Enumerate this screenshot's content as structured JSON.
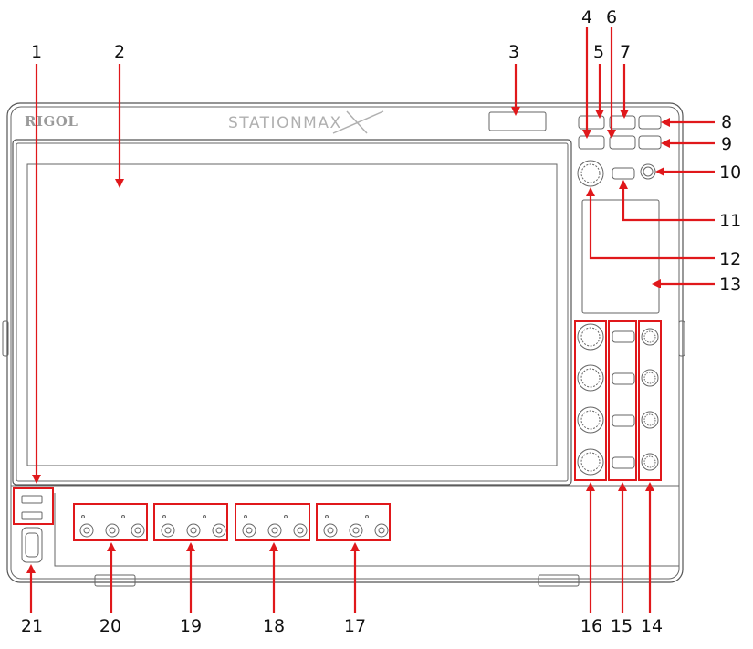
{
  "device": {
    "brand": "RIGOL",
    "model_prefix": "STATION",
    "model_suffix": "MAX"
  },
  "callouts": [
    {
      "id": 1,
      "label": "1"
    },
    {
      "id": 2,
      "label": "2"
    },
    {
      "id": 3,
      "label": "3"
    },
    {
      "id": 4,
      "label": "4"
    },
    {
      "id": 5,
      "label": "5"
    },
    {
      "id": 6,
      "label": "6"
    },
    {
      "id": 7,
      "label": "7"
    },
    {
      "id": 8,
      "label": "8"
    },
    {
      "id": 9,
      "label": "9"
    },
    {
      "id": 10,
      "label": "10"
    },
    {
      "id": 11,
      "label": "11"
    },
    {
      "id": 12,
      "label": "12"
    },
    {
      "id": 13,
      "label": "13"
    },
    {
      "id": 14,
      "label": "14"
    },
    {
      "id": 15,
      "label": "15"
    },
    {
      "id": 16,
      "label": "16"
    },
    {
      "id": 17,
      "label": "17"
    },
    {
      "id": 18,
      "label": "18"
    },
    {
      "id": 19,
      "label": "19"
    },
    {
      "id": 20,
      "label": "20"
    },
    {
      "id": 21,
      "label": "21"
    }
  ],
  "colors": {
    "callout_red": "#e0181b",
    "outline": "#555555"
  }
}
